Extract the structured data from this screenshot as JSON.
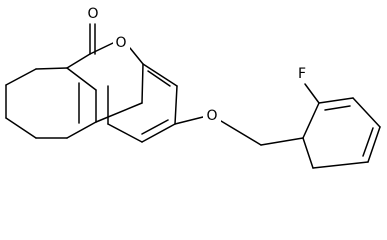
{
  "atoms": {
    "carbonyl_oxygen": "O",
    "ring_oxygen": "O",
    "ether_oxygen": "O",
    "fluorine": "F"
  },
  "colors": {
    "bond": "#000000",
    "background": "#ffffff"
  }
}
